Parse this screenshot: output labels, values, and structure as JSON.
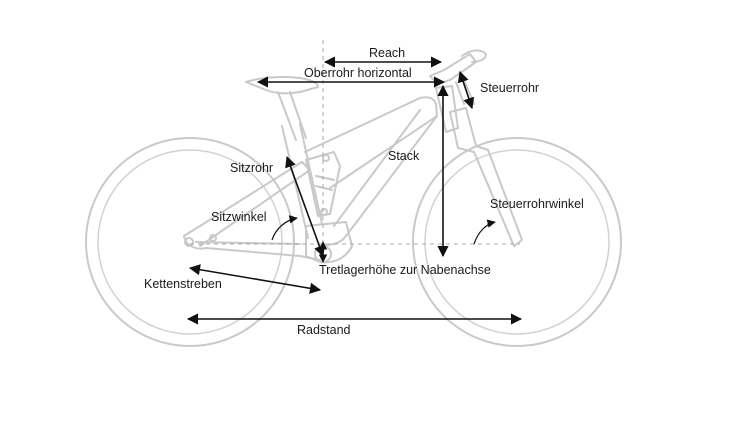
{
  "labels": {
    "reach": "Reach",
    "top_tube_horizontal": "Oberrohr horizontal",
    "head_tube": "Steuerrohr",
    "seat_tube": "Sitzrohr",
    "stack": "Stack",
    "seat_angle": "Sitzwinkel",
    "head_angle": "Steuerrohrwinkel",
    "bb_height": "Tretlagerhöhe zur Nabenachse",
    "chainstays": "Kettenstreben",
    "wheelbase": "Radstand"
  },
  "colors": {
    "frame_line": "#c9c9c9",
    "dimension_line": "#111111",
    "guide_line": "#a8a8a8",
    "text": "#1a1a1a"
  }
}
